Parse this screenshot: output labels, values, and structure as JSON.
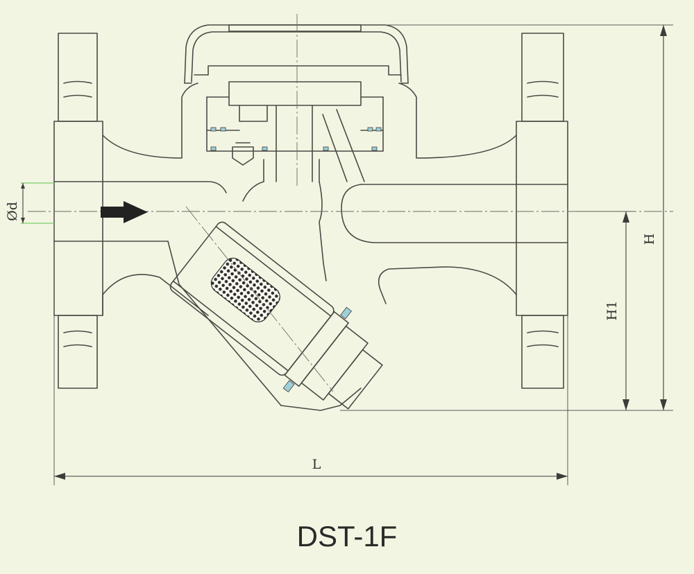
{
  "labels": {
    "diameter": "Ød",
    "height": "H",
    "height1": "H1",
    "length": "L",
    "model": "DST-1F"
  },
  "colors": {
    "background": "#f3f5e3",
    "line": "#4a4a45",
    "gasket_accent": "#9fd0d8",
    "pipe_marker": "#7ccf6a",
    "flow_arrow": "#222222"
  },
  "icons": {
    "flow_direction": "right-arrow-icon",
    "strainer_screen": "mesh-screen-icon"
  }
}
